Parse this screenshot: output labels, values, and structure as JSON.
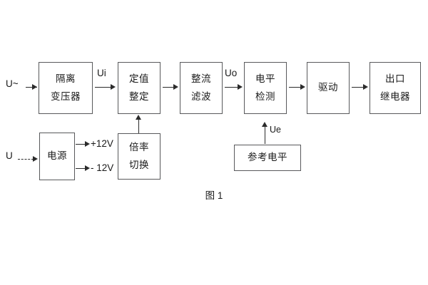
{
  "figure": {
    "caption": "图 1",
    "blocks": {
      "isolation_transformer": {
        "line1": "隔离",
        "line2": "变压器"
      },
      "setting_value": {
        "line1": "定值",
        "line2": "整定"
      },
      "rectify_filter": {
        "line1": "整流",
        "line2": "滤波"
      },
      "level_detect": {
        "line1": "电平",
        "line2": "检测"
      },
      "drive": {
        "line1": "驱动"
      },
      "output_relay": {
        "line1": "出口",
        "line2": "继电器"
      },
      "power_supply": {
        "line1": "电源"
      },
      "multiplier_switch": {
        "line1": "倍率",
        "line2": "切换"
      },
      "reference_level": {
        "line1": "参考电平"
      }
    },
    "signals": {
      "input_ac": "U~",
      "input_dc": "U",
      "ui": "Ui",
      "uo": "Uo",
      "ue": "Ue",
      "rail_positive": "+12V",
      "rail_negative": "- 12V"
    },
    "colors": {
      "block_border": "#58595b",
      "connector": "#2b2b2b",
      "text": "#1a1a1a",
      "background": "#ffffff"
    }
  }
}
